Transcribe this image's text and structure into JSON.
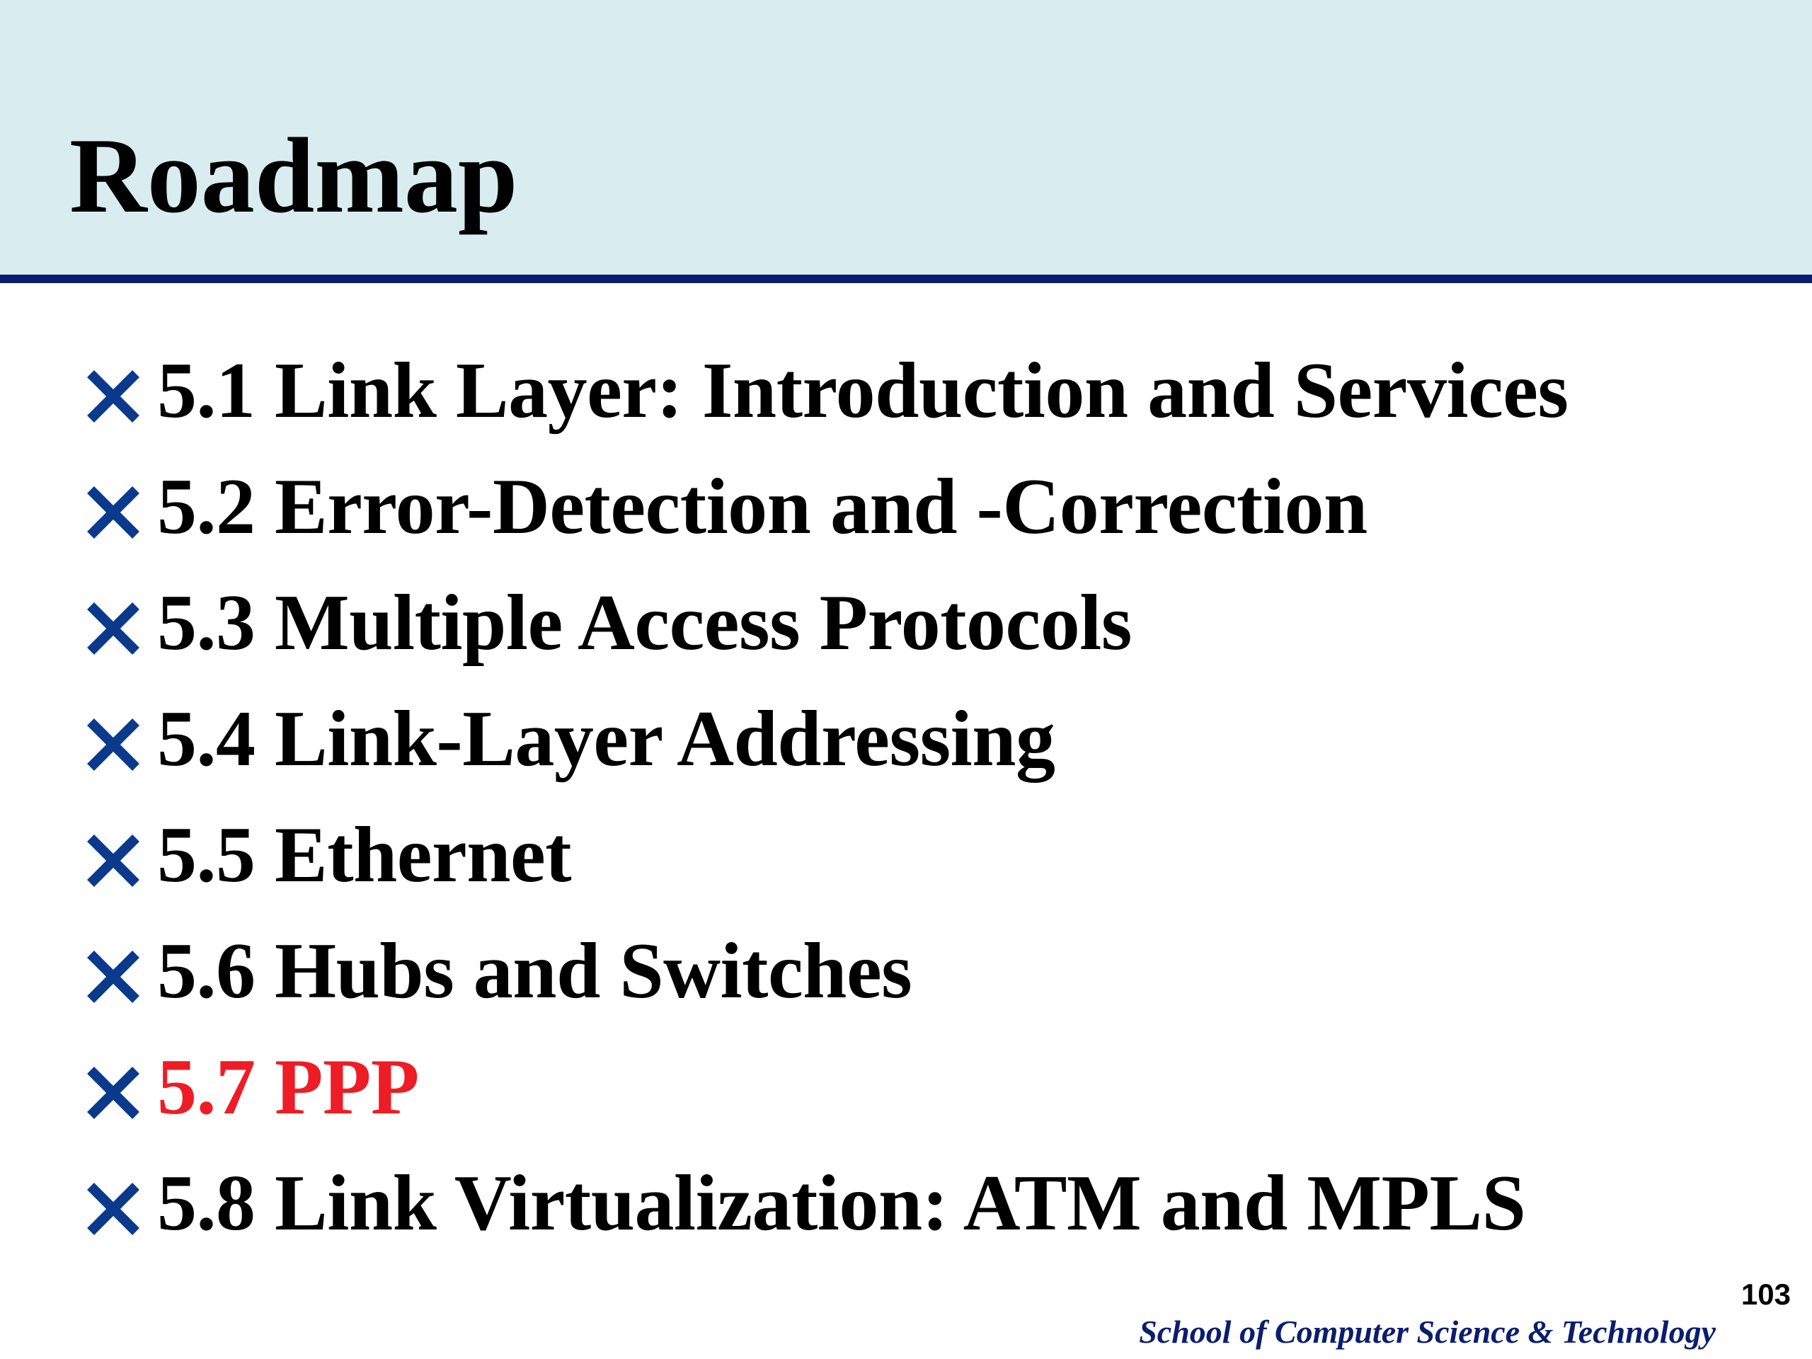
{
  "slide": {
    "title": "Roadmap",
    "items": [
      {
        "label": "5.1 Link Layer: Introduction and Services",
        "current": false
      },
      {
        "label": "5.2 Error-Detection and -Correction",
        "current": false
      },
      {
        "label": "5.3 Multiple Access Protocols",
        "current": false
      },
      {
        "label": "5.4 Link-Layer Addressing",
        "current": false
      },
      {
        "label": "5.5 Ethernet",
        "current": false
      },
      {
        "label": "5.6 Hubs and Switches",
        "current": false
      },
      {
        "label": "5.7 PPP",
        "current": true
      },
      {
        "label": "5.8 Link Virtualization: ATM and MPLS",
        "current": false
      }
    ],
    "page_number": "103",
    "footer": "School of Computer Science & Technology"
  },
  "colors": {
    "header_background": "#d9edf1",
    "header_rule": "#0b1d6f",
    "bullet": "#0b3a8c",
    "text": "#000000",
    "current_item": "#ee1c25",
    "footer_text": "#0b1d6f"
  },
  "icons": {
    "bullet": "close-x-icon"
  }
}
